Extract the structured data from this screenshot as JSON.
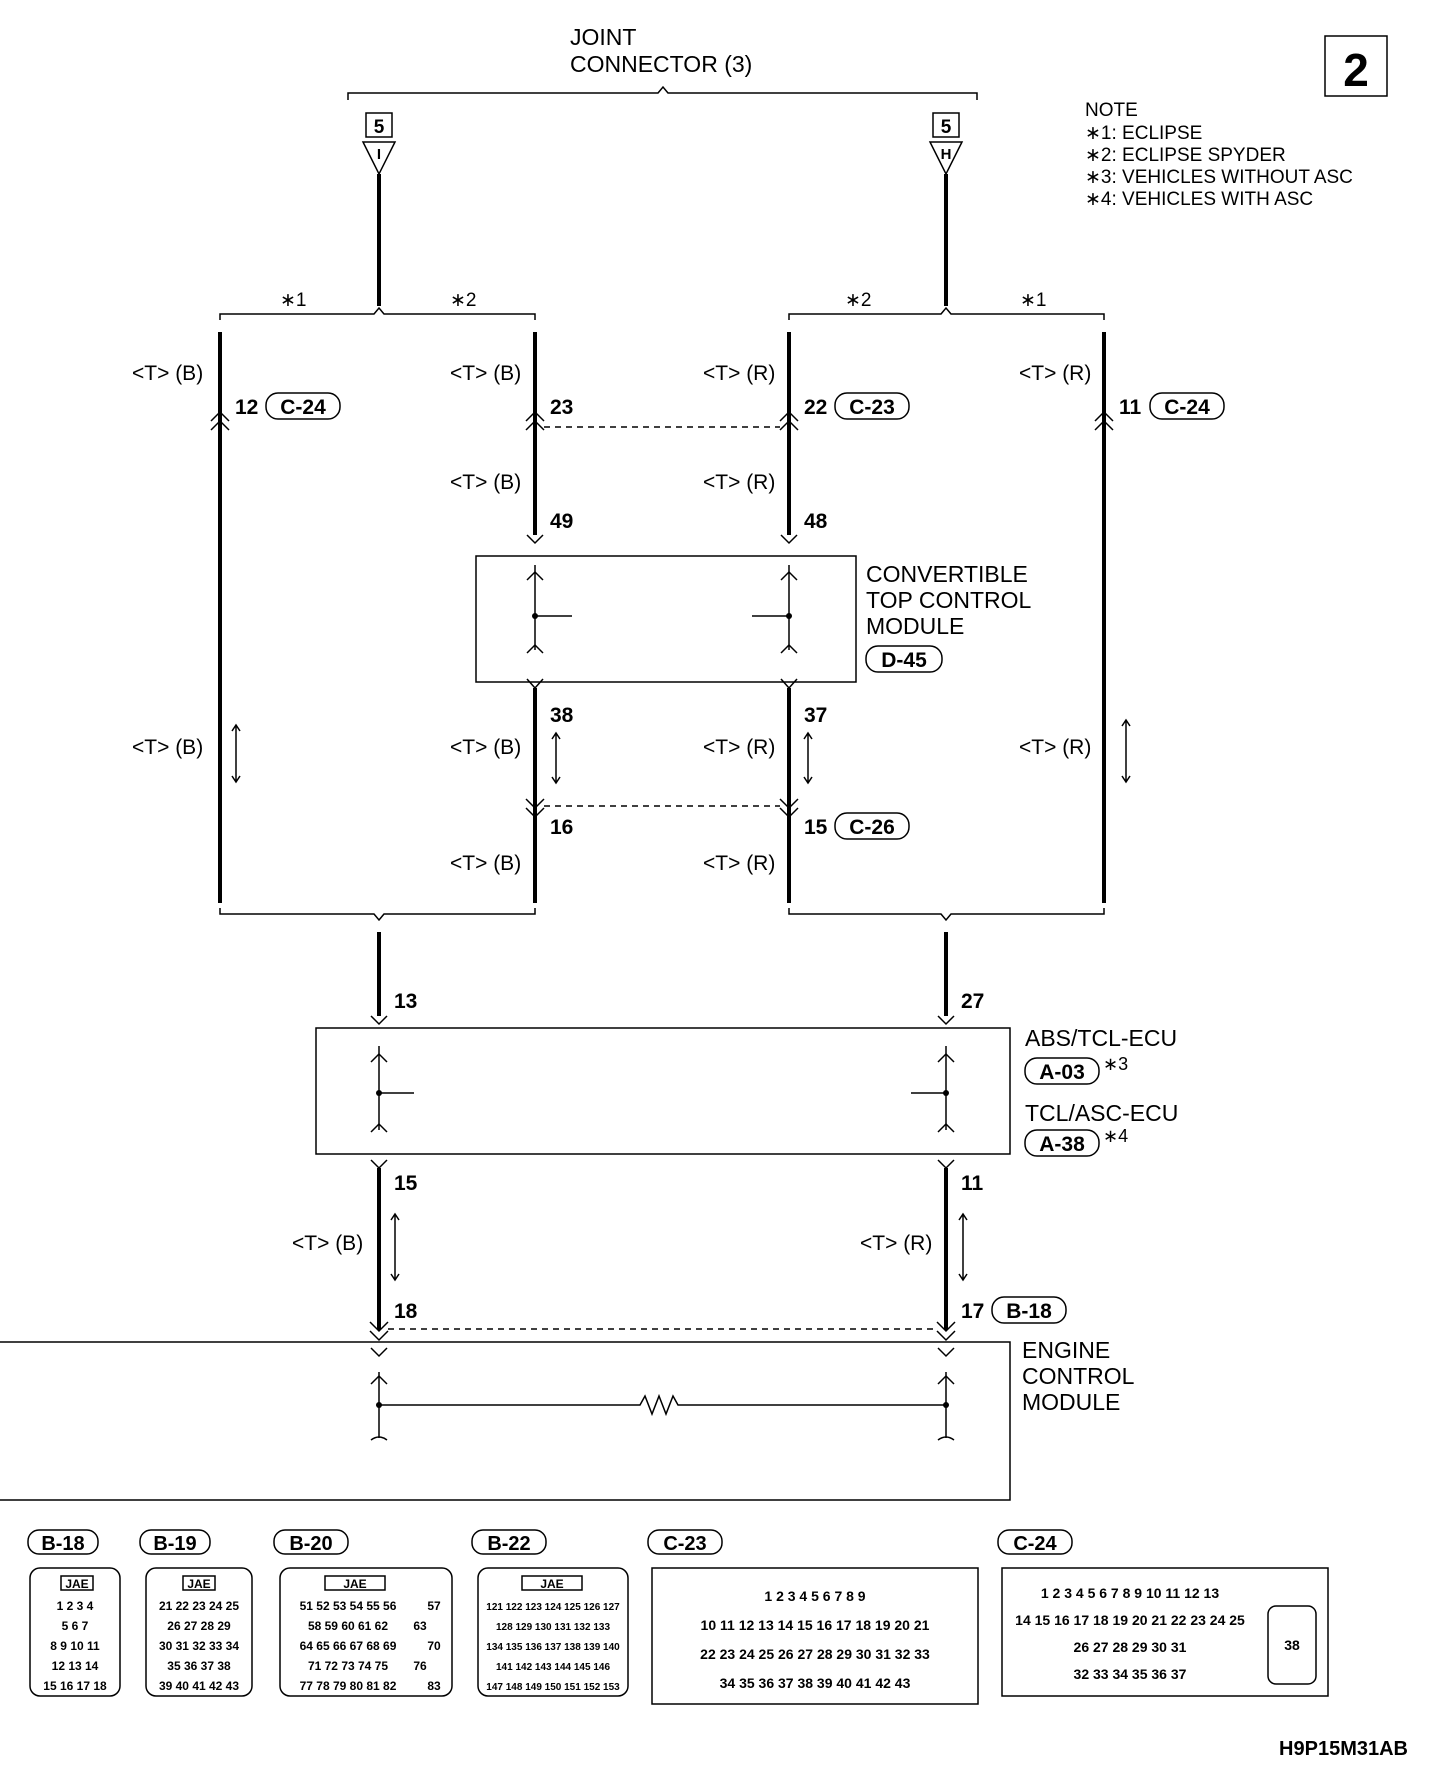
{
  "page_number": "2",
  "joint_connector": {
    "line1": "JOINT",
    "line2": "CONNECTOR (3)",
    "tag": "5",
    "pin_left": "I",
    "pin_right": "H"
  },
  "note": {
    "title": "NOTE",
    "items": [
      "∗1: ECLIPSE",
      "∗2: ECLIPSE SPYDER",
      "∗3: VEHICLES WITHOUT ASC",
      "∗4: VEHICLES WITH ASC"
    ]
  },
  "variants": {
    "v1": "∗1",
    "v2": "∗2"
  },
  "wire_colors": {
    "tb": "<T> (B)",
    "tr": "<T> (R)"
  },
  "pins": {
    "p12": "12",
    "p23": "23",
    "p22": "22",
    "p11": "11",
    "p49": "49",
    "p48": "48",
    "p38": "38",
    "p37": "37",
    "p16": "16",
    "p15a": "15",
    "p13": "13",
    "p27": "27",
    "p15b": "15",
    "p11b": "11",
    "p18": "18",
    "p17": "17"
  },
  "connectors": {
    "c24": "C-24",
    "c23": "C-23",
    "c26": "C-26",
    "d45": "D-45",
    "a03": "A-03",
    "a38": "A-38",
    "b18": "B-18"
  },
  "modules": {
    "ctcm": [
      "CONVERTIBLE",
      "TOP CONTROL",
      "MODULE"
    ],
    "abs": "ABS/TCL-ECU",
    "abs_note": "∗3",
    "tcl": "TCL/ASC-ECU",
    "tcl_note": "∗4",
    "ecm": [
      "ENGINE",
      "CONTROL",
      "MODULE"
    ]
  },
  "connector_views": {
    "b18": {
      "label": "B-18",
      "maker": "JAE",
      "rows": [
        "1 2 3 4",
        "5 6 7",
        "8 9 10 11",
        "12 13 14",
        "15 16 17 18"
      ]
    },
    "b19": {
      "label": "B-19",
      "maker": "JAE",
      "rows": [
        "21 22 23 24 25",
        "26 27 28 29",
        "30 31 32 33 34",
        "35 36 37 38",
        "39 40 41 42 43"
      ]
    },
    "b20": {
      "label": "B-20",
      "maker": "JAE",
      "rows": [
        "51 52 53 54 55 56",
        "58 59 60 61 62",
        "64 65 66 67 68 69",
        "71 72 73 74 75",
        "77 78 79 80 81 82"
      ],
      "side": [
        "57",
        "63",
        "70",
        "76",
        "83"
      ]
    },
    "b22": {
      "label": "B-22",
      "maker": "JAE",
      "rows": [
        "121 122 123 124 125 126 127",
        "128 129 130 131 132 133",
        "134 135 136 137 138 139 140",
        "141 142 143 144 145 146",
        "147 148 149 150 151 152 153"
      ]
    },
    "c23": {
      "label": "C-23",
      "rows": [
        "1 2 3 4 5 6 7 8 9",
        "10 11 12 13 14 15 16 17 18 19 20 21",
        "22 23 24 25 26 27 28 29 30 31 32 33",
        "34 35 36 37 38 39 40 41 42 43"
      ]
    },
    "c24": {
      "label": "C-24",
      "rows": [
        "1 2 3 4 5 6 7 8 9 10 11 12 13",
        "14 15 16 17 18 19 20 21 22 23 24 25",
        "26 27 28 29 30 31",
        "32 33 34 35 36 37"
      ],
      "big": "38"
    }
  },
  "drawing_code": "H9P15M31AB"
}
